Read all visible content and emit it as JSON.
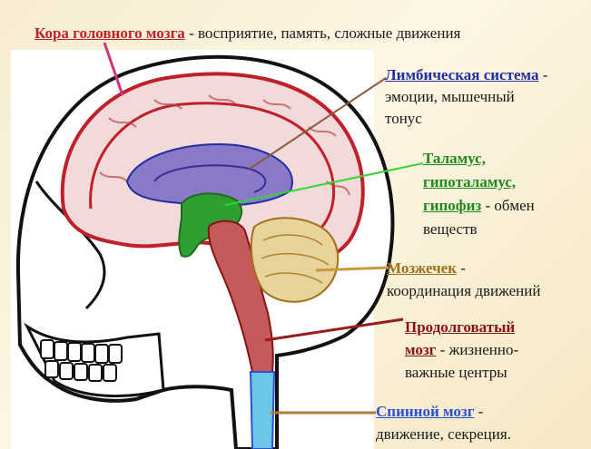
{
  "colors": {
    "cortex": "#c0202a",
    "limbic": "#1f2fa0",
    "thalamus": "#1f8a1f",
    "cerebellum": "#a0701a",
    "medulla": "#8a1111",
    "spinal": "#2a4fd0",
    "leader_cortex": "#d4327a",
    "leader_limbic": "#8a5a40",
    "leader_thalamus": "#33d633",
    "leader_cerebellum": "#c89a3a",
    "leader_medulla": "#9a1b1b",
    "leader_spinal": "#b07a40"
  },
  "labels": {
    "cortex": {
      "term": "Кора головного мозга",
      "desc": " - восприятие, память, сложные движения"
    },
    "limbic": {
      "term": "Лимбическая система",
      "desc_line1": " -",
      "desc_line2": "эмоции, мышечный",
      "desc_line3": "тонус"
    },
    "thalamus": {
      "term_line1": "Таламус,",
      "term_line2": "гипоталамус,",
      "term_line3": "гипофиз",
      "desc_line3": " - обмен",
      "desc_line4": "веществ"
    },
    "cerebellum": {
      "term": "Мозжечек",
      "desc_line1": " -",
      "desc_line2": "координация движений"
    },
    "medulla": {
      "term_line1": "Продолговатый",
      "term_line2": "мозг",
      "desc_line2": " - жизненно-",
      "desc_line3": "важные центры"
    },
    "spinal": {
      "term": "Спинной мозг",
      "desc_line1": " -",
      "desc_line2": "движение, секреция."
    }
  }
}
